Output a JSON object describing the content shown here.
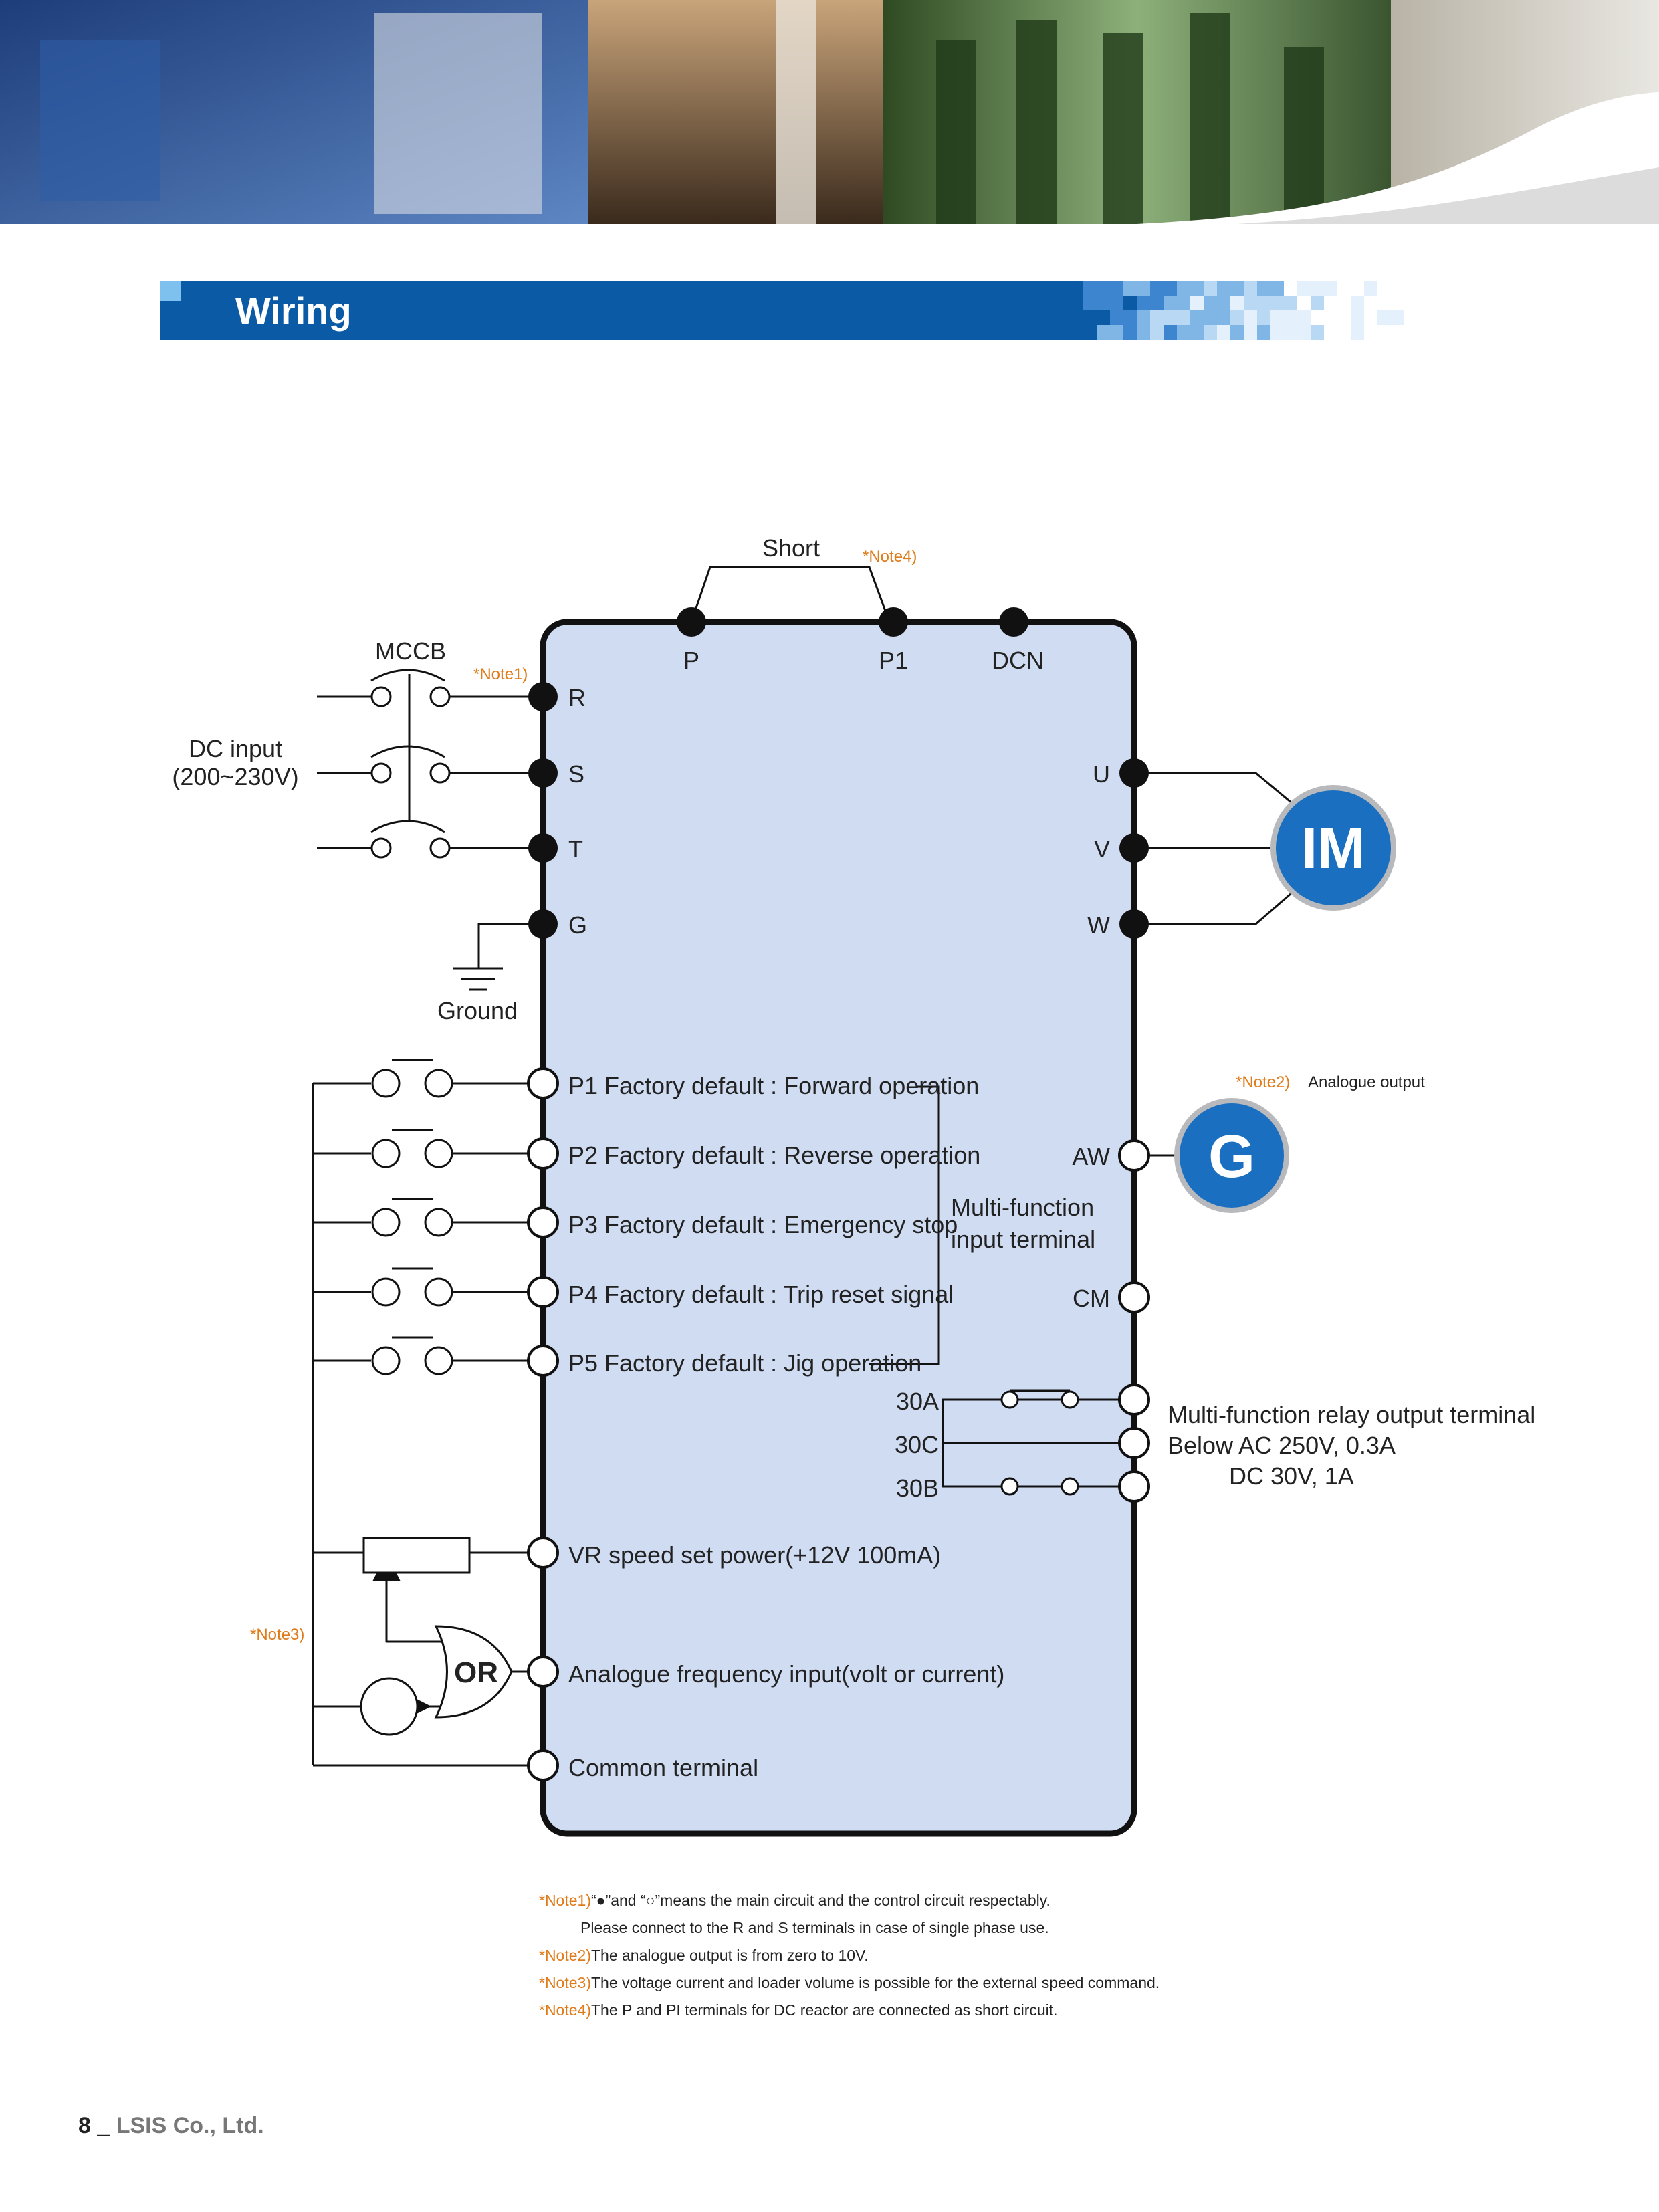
{
  "section": {
    "title": "Wiring"
  },
  "top": {
    "short_label": "Short",
    "note4_tag": "*Note4)"
  },
  "terminals": {
    "p": "P",
    "p1": "P1",
    "dcn": "DCN",
    "r": "R",
    "s": "S",
    "t": "T",
    "g": "G",
    "u": "U",
    "v": "V",
    "w": "W",
    "aw": "AW",
    "cm": "CM",
    "a30": "30A",
    "c30": "30C",
    "b30": "30B"
  },
  "left": {
    "mccb": "MCCB",
    "note1_tag": "*Note1)",
    "dc_input_line1": "DC input",
    "dc_input_line2": "(200~230V)",
    "ground": "Ground",
    "note3_tag": "*Note3)",
    "or_label": "OR"
  },
  "inputs": [
    "P1 Factory default : Forward operation",
    "P2 Factory default : Reverse operation",
    "P3 Factory default : Emergency stop",
    "P4 Factory default : Trip reset signal",
    "P5 Factory default : Jig operation"
  ],
  "multi_function": {
    "line1": "Multi-function",
    "line2": "input terminal"
  },
  "analog_terms": {
    "vr": "VR speed set power(+12V 100mA)",
    "analog_in": "Analogue frequency input(volt or current)",
    "common": "Common terminal"
  },
  "right": {
    "motor": "IM",
    "gauge": "G",
    "note2_tag": "*Note2)",
    "analogue_output": "Analogue output",
    "relay_line1": "Multi-function relay output terminal",
    "relay_line2": "Below AC 250V, 0.3A",
    "relay_line3": "DC 30V, 1A"
  },
  "notes": [
    {
      "tag": "*Note1)",
      "text": "“●”and “○”means the main circuit and the control circuit respectably."
    },
    {
      "tag": "",
      "text": "Please connect to the R and S terminals in case of single phase use."
    },
    {
      "tag": "*Note2)",
      "text": "The analogue output is from zero to 10V."
    },
    {
      "tag": "*Note3)",
      "text": "The voltage current and loader volume is possible for the external speed command."
    },
    {
      "tag": "*Note4)",
      "text": "The P and PI terminals for DC reactor are connected as short circuit."
    }
  ],
  "footer": {
    "page": "8 _",
    "company": "LSIS Co., Ltd."
  },
  "colors": {
    "accent": "#0b5aa6",
    "note": "#e07b1a",
    "panel": "#d0dcf2",
    "motor": "#1a6fc0"
  }
}
